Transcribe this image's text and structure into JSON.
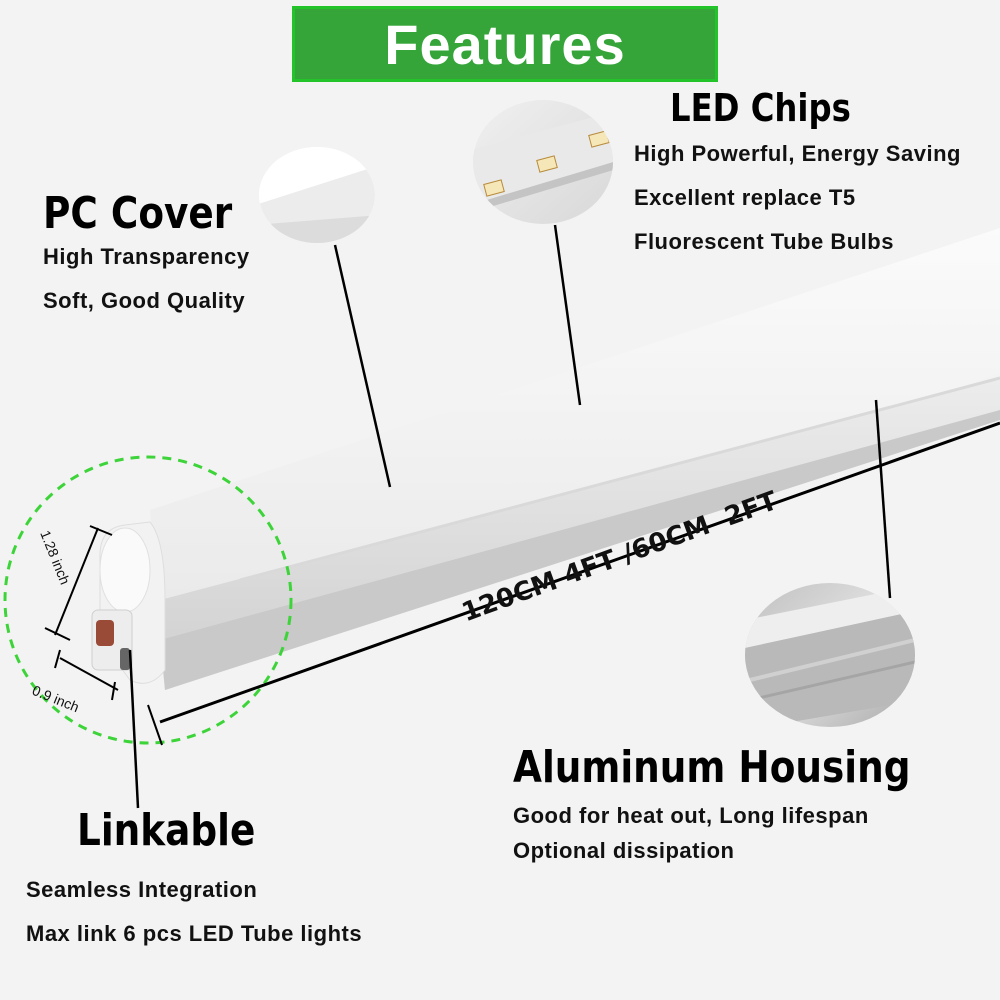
{
  "banner": {
    "title": "Features"
  },
  "pc_cover": {
    "title": "PC Cover",
    "lines": [
      "High Transparency",
      "Soft, Good Quality"
    ]
  },
  "led_chips": {
    "title": "LED Chips",
    "lines": [
      "High Powerful, Energy Saving",
      "Excellent replace T5",
      "Fluorescent Tube Bulbs"
    ]
  },
  "aluminum": {
    "title": "Aluminum Housing",
    "lines": [
      "Good for heat out, Long lifespan",
      "Optional dissipation"
    ]
  },
  "linkable": {
    "title": "Linkable",
    "lines": [
      "Seamless Integration",
      "Max link 6 pcs LED Tube lights"
    ]
  },
  "dimensions": {
    "length": "120CM 4FT /60CM  2FT",
    "height": "1.28 inch",
    "width": "0.9 inch"
  },
  "colors": {
    "banner_green": "#35a53a",
    "dashed_circle": "#3dd43a"
  },
  "icons": [
    "led-tube",
    "pc-cover-closeup",
    "led-chip-closeup",
    "aluminum-closeup",
    "connector-closeup"
  ]
}
